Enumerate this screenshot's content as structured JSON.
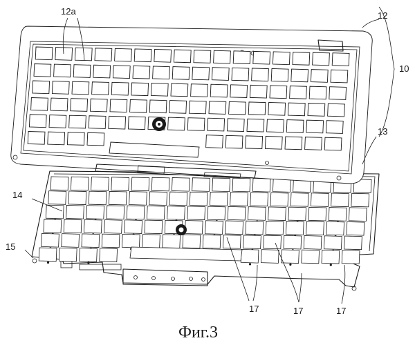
{
  "labels": {
    "ref_12a": "12a",
    "ref_12": "12",
    "ref_10": "10",
    "ref_13": "13",
    "ref_14": "14",
    "ref_15": "15",
    "ref_17_a": "17",
    "ref_17_b": "17",
    "ref_17_c": "17"
  },
  "caption": "Фиг.3"
}
